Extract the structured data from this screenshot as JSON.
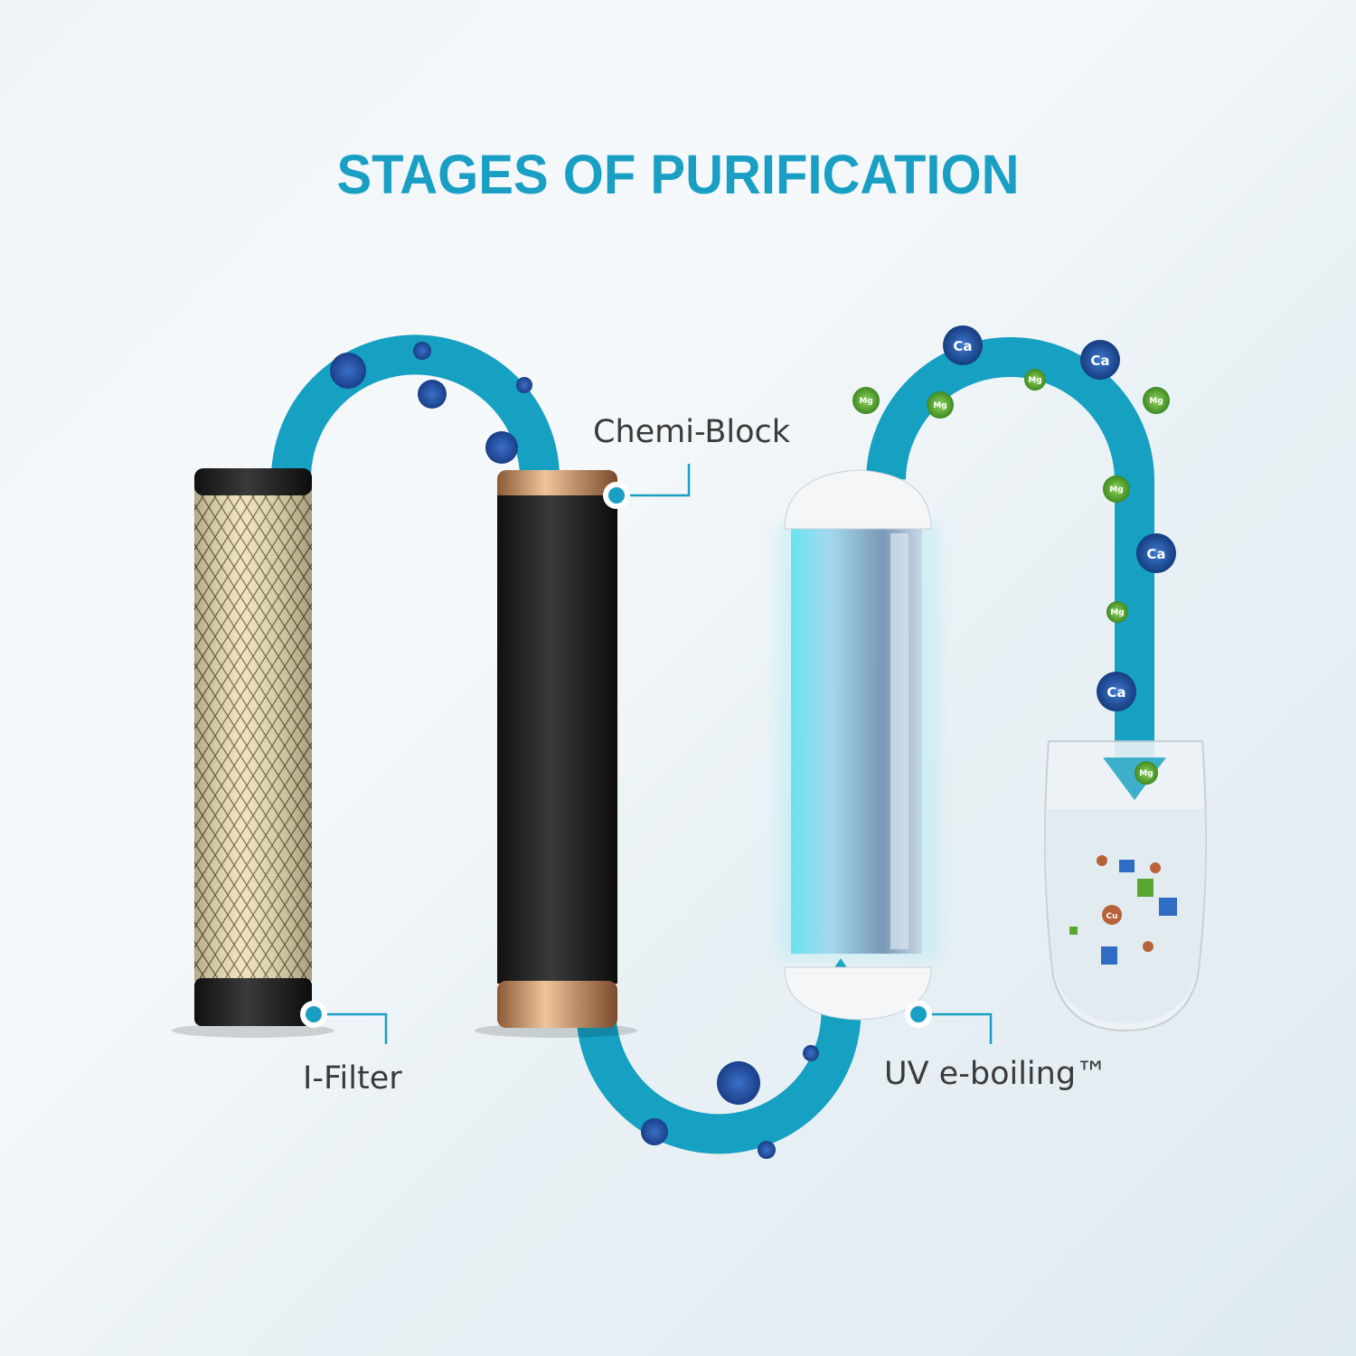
{
  "title": "STAGES OF PURIFICATION",
  "stages": [
    {
      "label": "I-Filter"
    },
    {
      "label": "Chemi-Block"
    },
    {
      "label": "UV e-boiling™"
    }
  ],
  "minerals": {
    "calcium": "Ca",
    "magnesium": "Mg",
    "copper": "Cu"
  },
  "colors": {
    "accent": "#1a9fc4",
    "arrow": "#16a0c2",
    "calcium": "#1d4f9e",
    "magnesium": "#5aa832",
    "copper": "#b8623a"
  }
}
